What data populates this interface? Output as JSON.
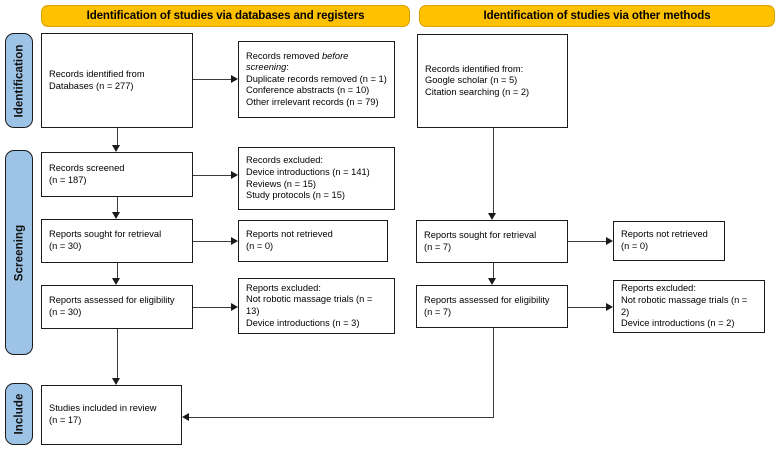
{
  "diagram": {
    "type": "prisma-flow-diagram",
    "colors": {
      "banner_fill": "#FFC000",
      "stage_tab_fill": "#9DC3E6",
      "box_border": "#1a1a1a",
      "connector": "#3c3c3c",
      "background": "#FFFFFF"
    },
    "banners": [
      {
        "id": "databases-registers",
        "label": "Identification of studies via databases and registers"
      },
      {
        "id": "other-methods",
        "label": "Identification of studies via other methods"
      }
    ],
    "stages": [
      {
        "id": "identification",
        "label": "Identification"
      },
      {
        "id": "screening",
        "label": "Screening"
      },
      {
        "id": "include",
        "label": "Include"
      }
    ],
    "left_column": {
      "identified": {
        "lines": [
          "Records identified from",
          "Databases (n = 277)"
        ]
      },
      "removed_before_screening": {
        "lines": [
          "Records removed before",
          "screening:",
          "Duplicate records removed (n = 1)",
          "Conference abstracts (n = 10)",
          "Other irrelevant records (n = 79)"
        ],
        "italic_parts": [
          "before",
          "screening"
        ]
      },
      "screened": {
        "lines": [
          "Records screened",
          "(n = 187)"
        ]
      },
      "excluded": {
        "lines": [
          "Records excluded:",
          "Device introductions (n = 141)",
          "Reviews (n = 15)",
          "Study protocols (n = 15)"
        ]
      },
      "sought_for_retrieval": {
        "lines": [
          "Reports sought for retrieval",
          "(n = 30)"
        ]
      },
      "not_retrieved": {
        "lines": [
          "Reports not retrieved",
          "(n = 0)"
        ]
      },
      "assessed_for_eligibility": {
        "lines": [
          "Reports assessed for eligibility",
          "(n = 30)"
        ]
      },
      "reports_excluded": {
        "lines": [
          "Reports excluded:",
          "Not robotic massage trials (n = 13)",
          "Device introductions (n = 3)"
        ]
      }
    },
    "right_column": {
      "identified": {
        "lines": [
          "Records identified from:",
          "Google scholar (n = 5)",
          "Citation searching (n = 2)"
        ]
      },
      "sought_for_retrieval": {
        "lines": [
          "Reports sought for retrieval",
          "(n = 7)"
        ]
      },
      "not_retrieved": {
        "lines": [
          "Reports not retrieved",
          "(n = 0)"
        ]
      },
      "assessed_for_eligibility": {
        "lines": [
          "Reports assessed for eligibility",
          "(n = 7)"
        ]
      },
      "reports_excluded": {
        "lines": [
          "Reports excluded:",
          "Not robotic massage trials (n = 2)",
          "Device introductions (n = 2)"
        ]
      }
    },
    "included": {
      "lines": [
        "Studies included in review",
        "(n = 17)"
      ]
    }
  }
}
